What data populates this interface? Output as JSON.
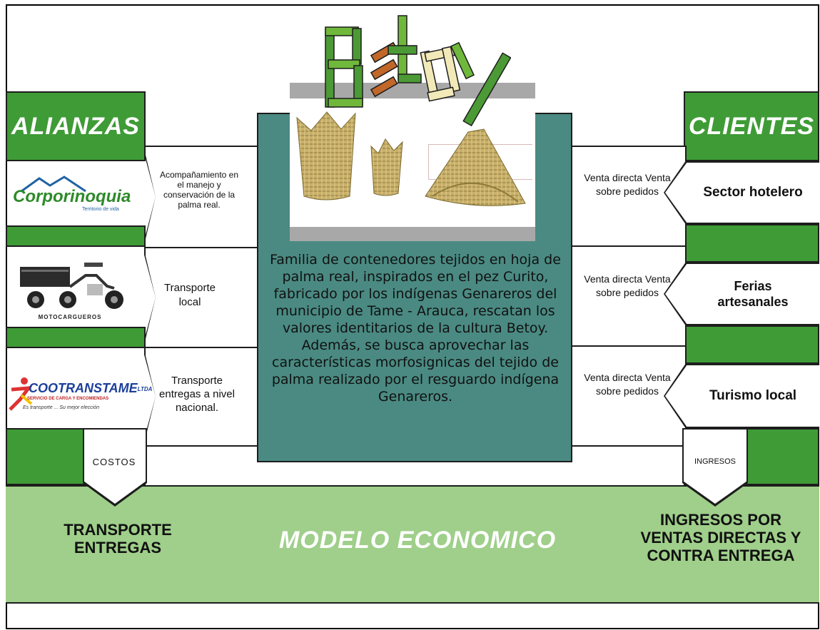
{
  "logo": {
    "text": "Betoy"
  },
  "alianzas": {
    "title": "ALIANZAS",
    "partners": [
      {
        "name": "Corporinoquia",
        "subtitle": "Territorio de vida",
        "description": "Acompañamiento en el manejo y conservación de la palma real."
      },
      {
        "name": "MOTOCARGUEROS",
        "description": "Transporte local"
      },
      {
        "name": "COOTRANSTAME",
        "suffix": "LTDA",
        "subtitle": "SERVICIO DE CARGA Y ENCOMIENDAS",
        "slogan": "Es transporte ... Su mejor elección",
        "description": "Transporte entregas a nivel nacional."
      }
    ]
  },
  "clientes": {
    "title": "CLIENTES",
    "segments": [
      {
        "channel": "Venta directa Venta sobre pedidos",
        "name": "Sector hotelero"
      },
      {
        "channel": "Venta directa Venta sobre pedidos",
        "name": "Ferias artesanales"
      },
      {
        "channel": "Venta directa Venta sobre pedidos",
        "name": "Turismo local"
      }
    ]
  },
  "propuesta": {
    "text": "Familia de contenedores tejidos en hoja de palma real, inspirados en el pez Curito, fabricado por los indígenas Genareros del municipio de Tame - Arauca, rescatan los valores identitarios de la cultura Betoy. Además,  se busca aprovechar las características morfosignicas del tejido de palma realizado por el resguardo indígena Genareros."
  },
  "modelo": {
    "title": "MODELO ECONOMICO",
    "costos_tag": "COSTOS",
    "ingresos_tag": "INGRESOS",
    "costos": "TRANSPORTE ENTREGAS",
    "ingresos": "INGRESOS POR VENTAS DIRECTAS Y CONTRA ENTREGA"
  },
  "colors": {
    "green": "#3f9b36",
    "light_green": "#9fcf8a",
    "teal": "#4a8a82",
    "straw": "#c9b06a"
  }
}
